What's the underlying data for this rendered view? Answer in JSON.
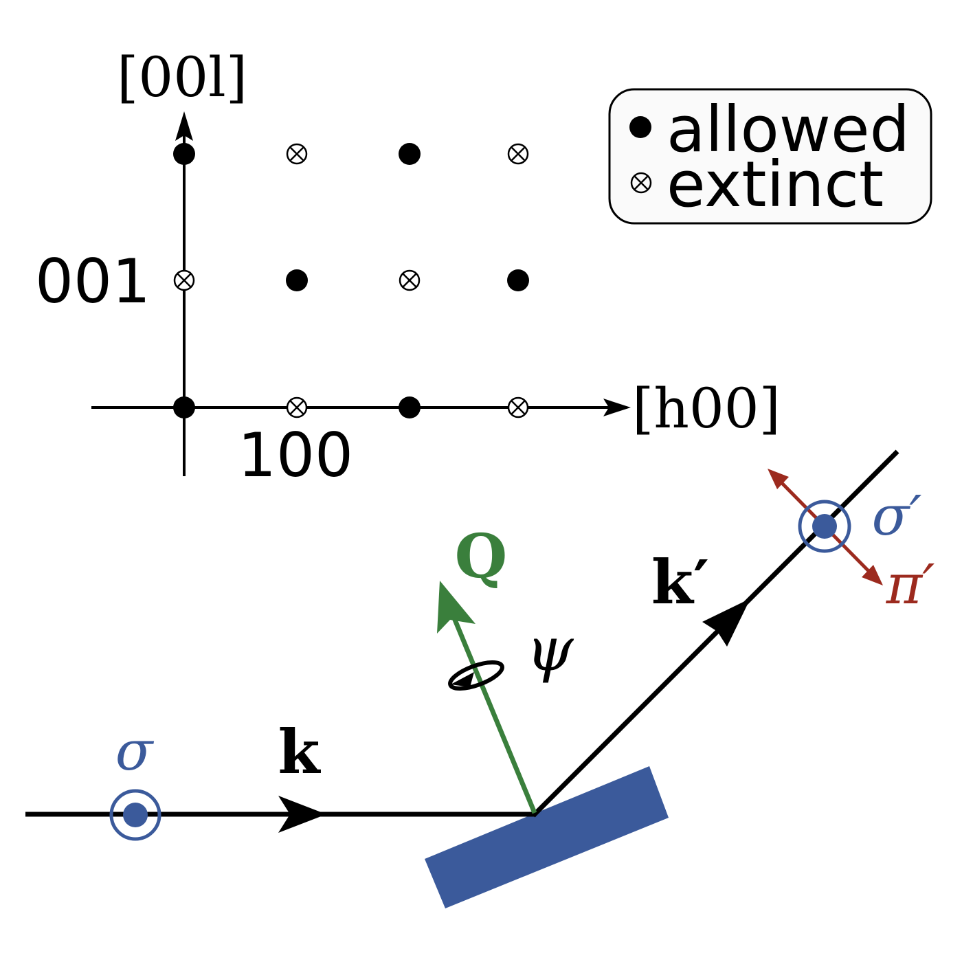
{
  "colors": {
    "blue": "#3b5a9b",
    "green": "#3a7f3c",
    "red": "#9c2a1e",
    "black": "#000000"
  },
  "reciprocal_lattice": {
    "vertical_axis_label": "[00l]",
    "horizontal_axis_label": "[h00]",
    "tick_label_001": "001",
    "tick_label_100": "100",
    "rows": [
      [
        "allowed",
        "extinct",
        "allowed",
        "extinct"
      ],
      [
        "extinct",
        "allowed",
        "extinct",
        "allowed"
      ],
      [
        "allowed",
        "extinct",
        "allowed",
        "extinct"
      ]
    ]
  },
  "legend": {
    "allowed": "allowed",
    "extinct": "extinct"
  },
  "scattering": {
    "incident_polarization": "σ",
    "incident_wavevector": "k",
    "scattered_wavevector": "k′",
    "momentum_transfer": "Q",
    "azimuth": "ψ",
    "scattered_sigma": "σ′",
    "scattered_pi": "π′"
  }
}
